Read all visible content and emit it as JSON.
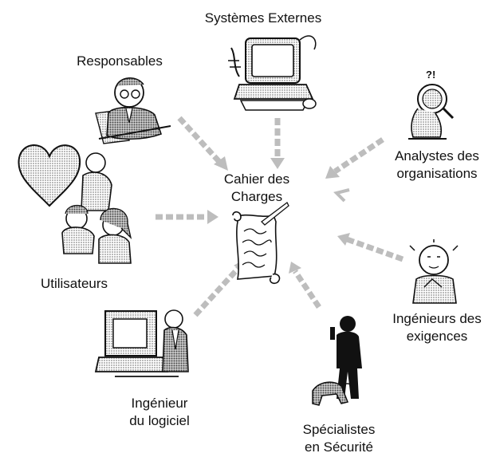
{
  "center": {
    "line1": "Cahier des",
    "line2": "Charges"
  },
  "stakeholders": {
    "systemes_externes": "Systèmes Externes",
    "responsables": "Responsables",
    "analystes_line1": "Analystes des",
    "analystes_line2": "organisations",
    "utilisateurs": "Utilisateurs",
    "ingenieurs_exigences_line1": "Ingénieurs des",
    "ingenieurs_exigences_line2": "exigences",
    "ingenieur_logiciel_line1": "Ingénieur",
    "ingenieur_logiciel_line2": "du logiciel",
    "specialistes_line1": "Spécialistes",
    "specialistes_line2": "en Sécurité"
  },
  "colors": {
    "arrow": "#bdbdbd",
    "ink": "#111111",
    "shade": "#9a9a9a"
  },
  "icons": {
    "center": "scroll-document-icon",
    "systemes_externes": "computer-icon",
    "responsables": "manager-icon",
    "analystes": "magnifier-person-icon",
    "utilisateurs": "users-icon",
    "ingenieurs_exigences": "thinking-person-icon",
    "ingenieur_logiciel": "programmer-icon",
    "specialistes": "security-guard-icon"
  }
}
